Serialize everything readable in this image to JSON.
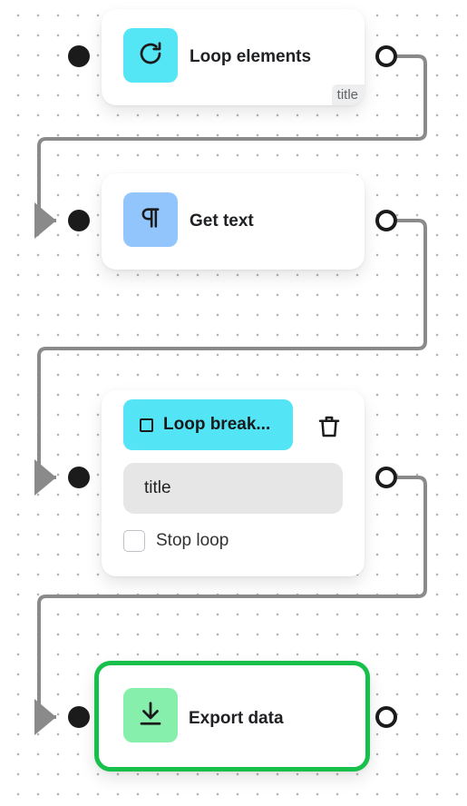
{
  "nodes": {
    "loop_elements": {
      "label": "Loop elements",
      "tag": "title",
      "icon": "loop-icon",
      "icon_color": "#55e6f6"
    },
    "get_text": {
      "label": "Get text",
      "icon": "paragraph-icon",
      "icon_color": "#93c5fd"
    },
    "loop_breakpoint": {
      "button_label": "Loop break...",
      "button_color": "#53e5f5",
      "icon": "square-icon",
      "delete_icon": "trash-icon",
      "field_value": "title",
      "checkbox_label": "Stop loop",
      "checkbox_checked": false
    },
    "export_data": {
      "label": "Export data",
      "icon": "download-icon",
      "icon_color": "#86efac",
      "selected": true,
      "highlight_color": "#16c04a"
    }
  },
  "colors": {
    "connector": "#8a8a8a",
    "handle": "#1b1b1b"
  }
}
